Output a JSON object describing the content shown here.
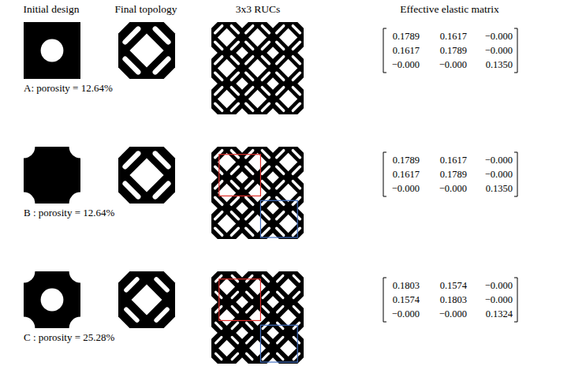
{
  "diagram": {
    "labels": [
      "Initial design",
      "Final topology",
      "3x3 RUCs",
      "Effective elastic matrix",
      "A: porosity = 12.64%",
      "0.1789",
      "0.1617",
      "−0.000",
      "0.1617",
      "0.1789",
      "−0.000",
      "−0.000",
      "−0.000",
      "0.1350",
      "B : porosity = 12.64%",
      "0.1789",
      "0.1617",
      "−0.000",
      "0.1617",
      "0.1789",
      "−0.000",
      "−0.000",
      "−0.000",
      "0.1350",
      "C : porosity = 25.28%",
      "0.1803",
      "0.1574",
      "−0.000",
      "0.1574",
      "0.1803",
      "−0.000",
      "−0.000",
      "−0.000",
      "0.1324"
    ]
  }
}
